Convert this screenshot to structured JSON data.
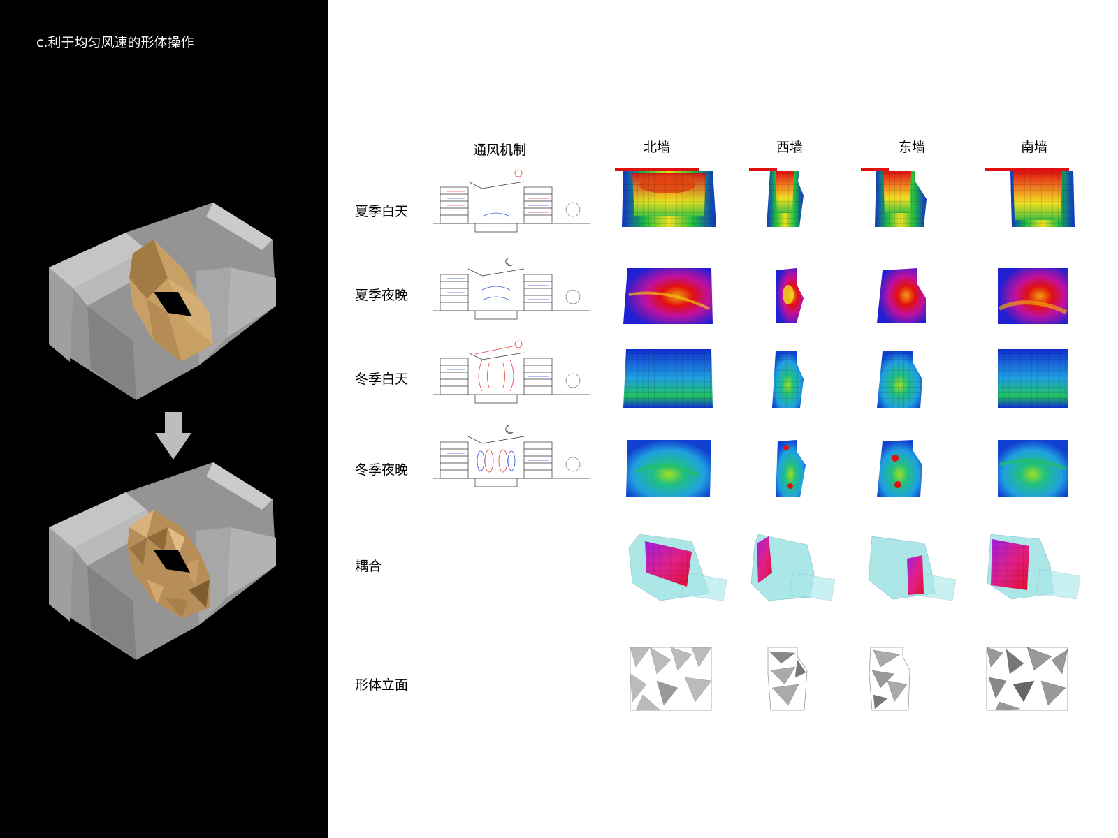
{
  "title": "c.利于均匀风速的形体操作",
  "columns": [
    "通风机制",
    "北墙",
    "西墙",
    "东墙",
    "南墙"
  ],
  "rows": [
    "夏季白天",
    "夏季夜晚",
    "冬季白天",
    "冬季夜晚",
    "耦合",
    "形体立面"
  ],
  "colors": {
    "background_left": "#000000",
    "background_right": "#ffffff",
    "massing_grey": "#bdbdbd",
    "facade_gold": "#c49a5e",
    "coupling_cyan": "#8fdfe0",
    "coupling_magenta": "#e0208a",
    "heat_red": "#e01010",
    "heat_yellow": "#f0e020",
    "heat_green": "#20c040",
    "heat_blue": "#1030d0"
  }
}
